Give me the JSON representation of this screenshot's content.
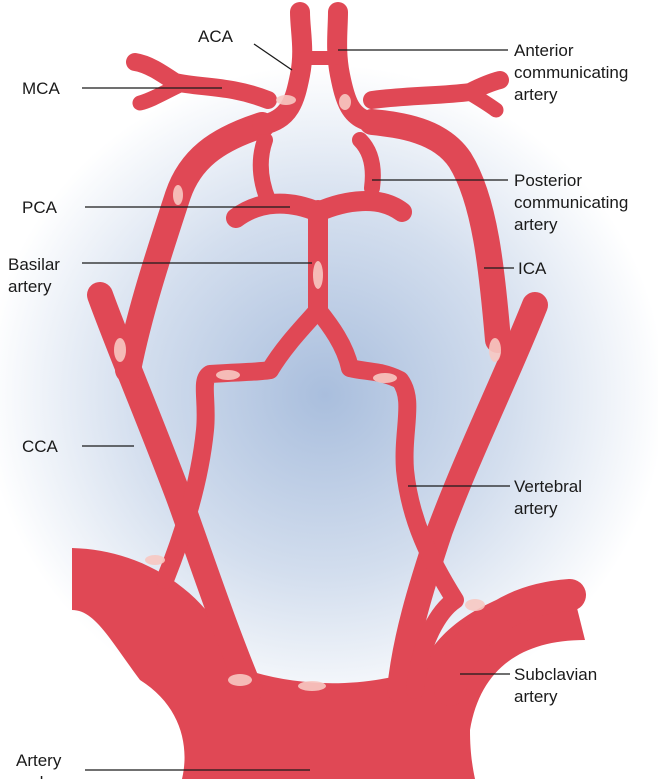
{
  "diagram": {
    "colors": {
      "vessel": "#E04855",
      "highlight": "#F7C8C2",
      "glow_center": "#A9BEDD",
      "glow_edge": "#FFFFFF",
      "text": "#1A1A1A"
    },
    "labels": {
      "aca": "ACA",
      "mca": "MCA",
      "anterior_comm": [
        "Anterior",
        "communicating",
        "artery"
      ],
      "pca": "PCA",
      "posterior_comm": [
        "Posterior",
        "communicating",
        "artery"
      ],
      "basilar": [
        "Basilar",
        "artery"
      ],
      "ica": "ICA",
      "cca": "CCA",
      "vertebral": [
        "Vertebral",
        "artery"
      ],
      "subclavian": [
        "Subclavian",
        "artery"
      ],
      "arch": [
        "Artery",
        "arch"
      ]
    }
  }
}
